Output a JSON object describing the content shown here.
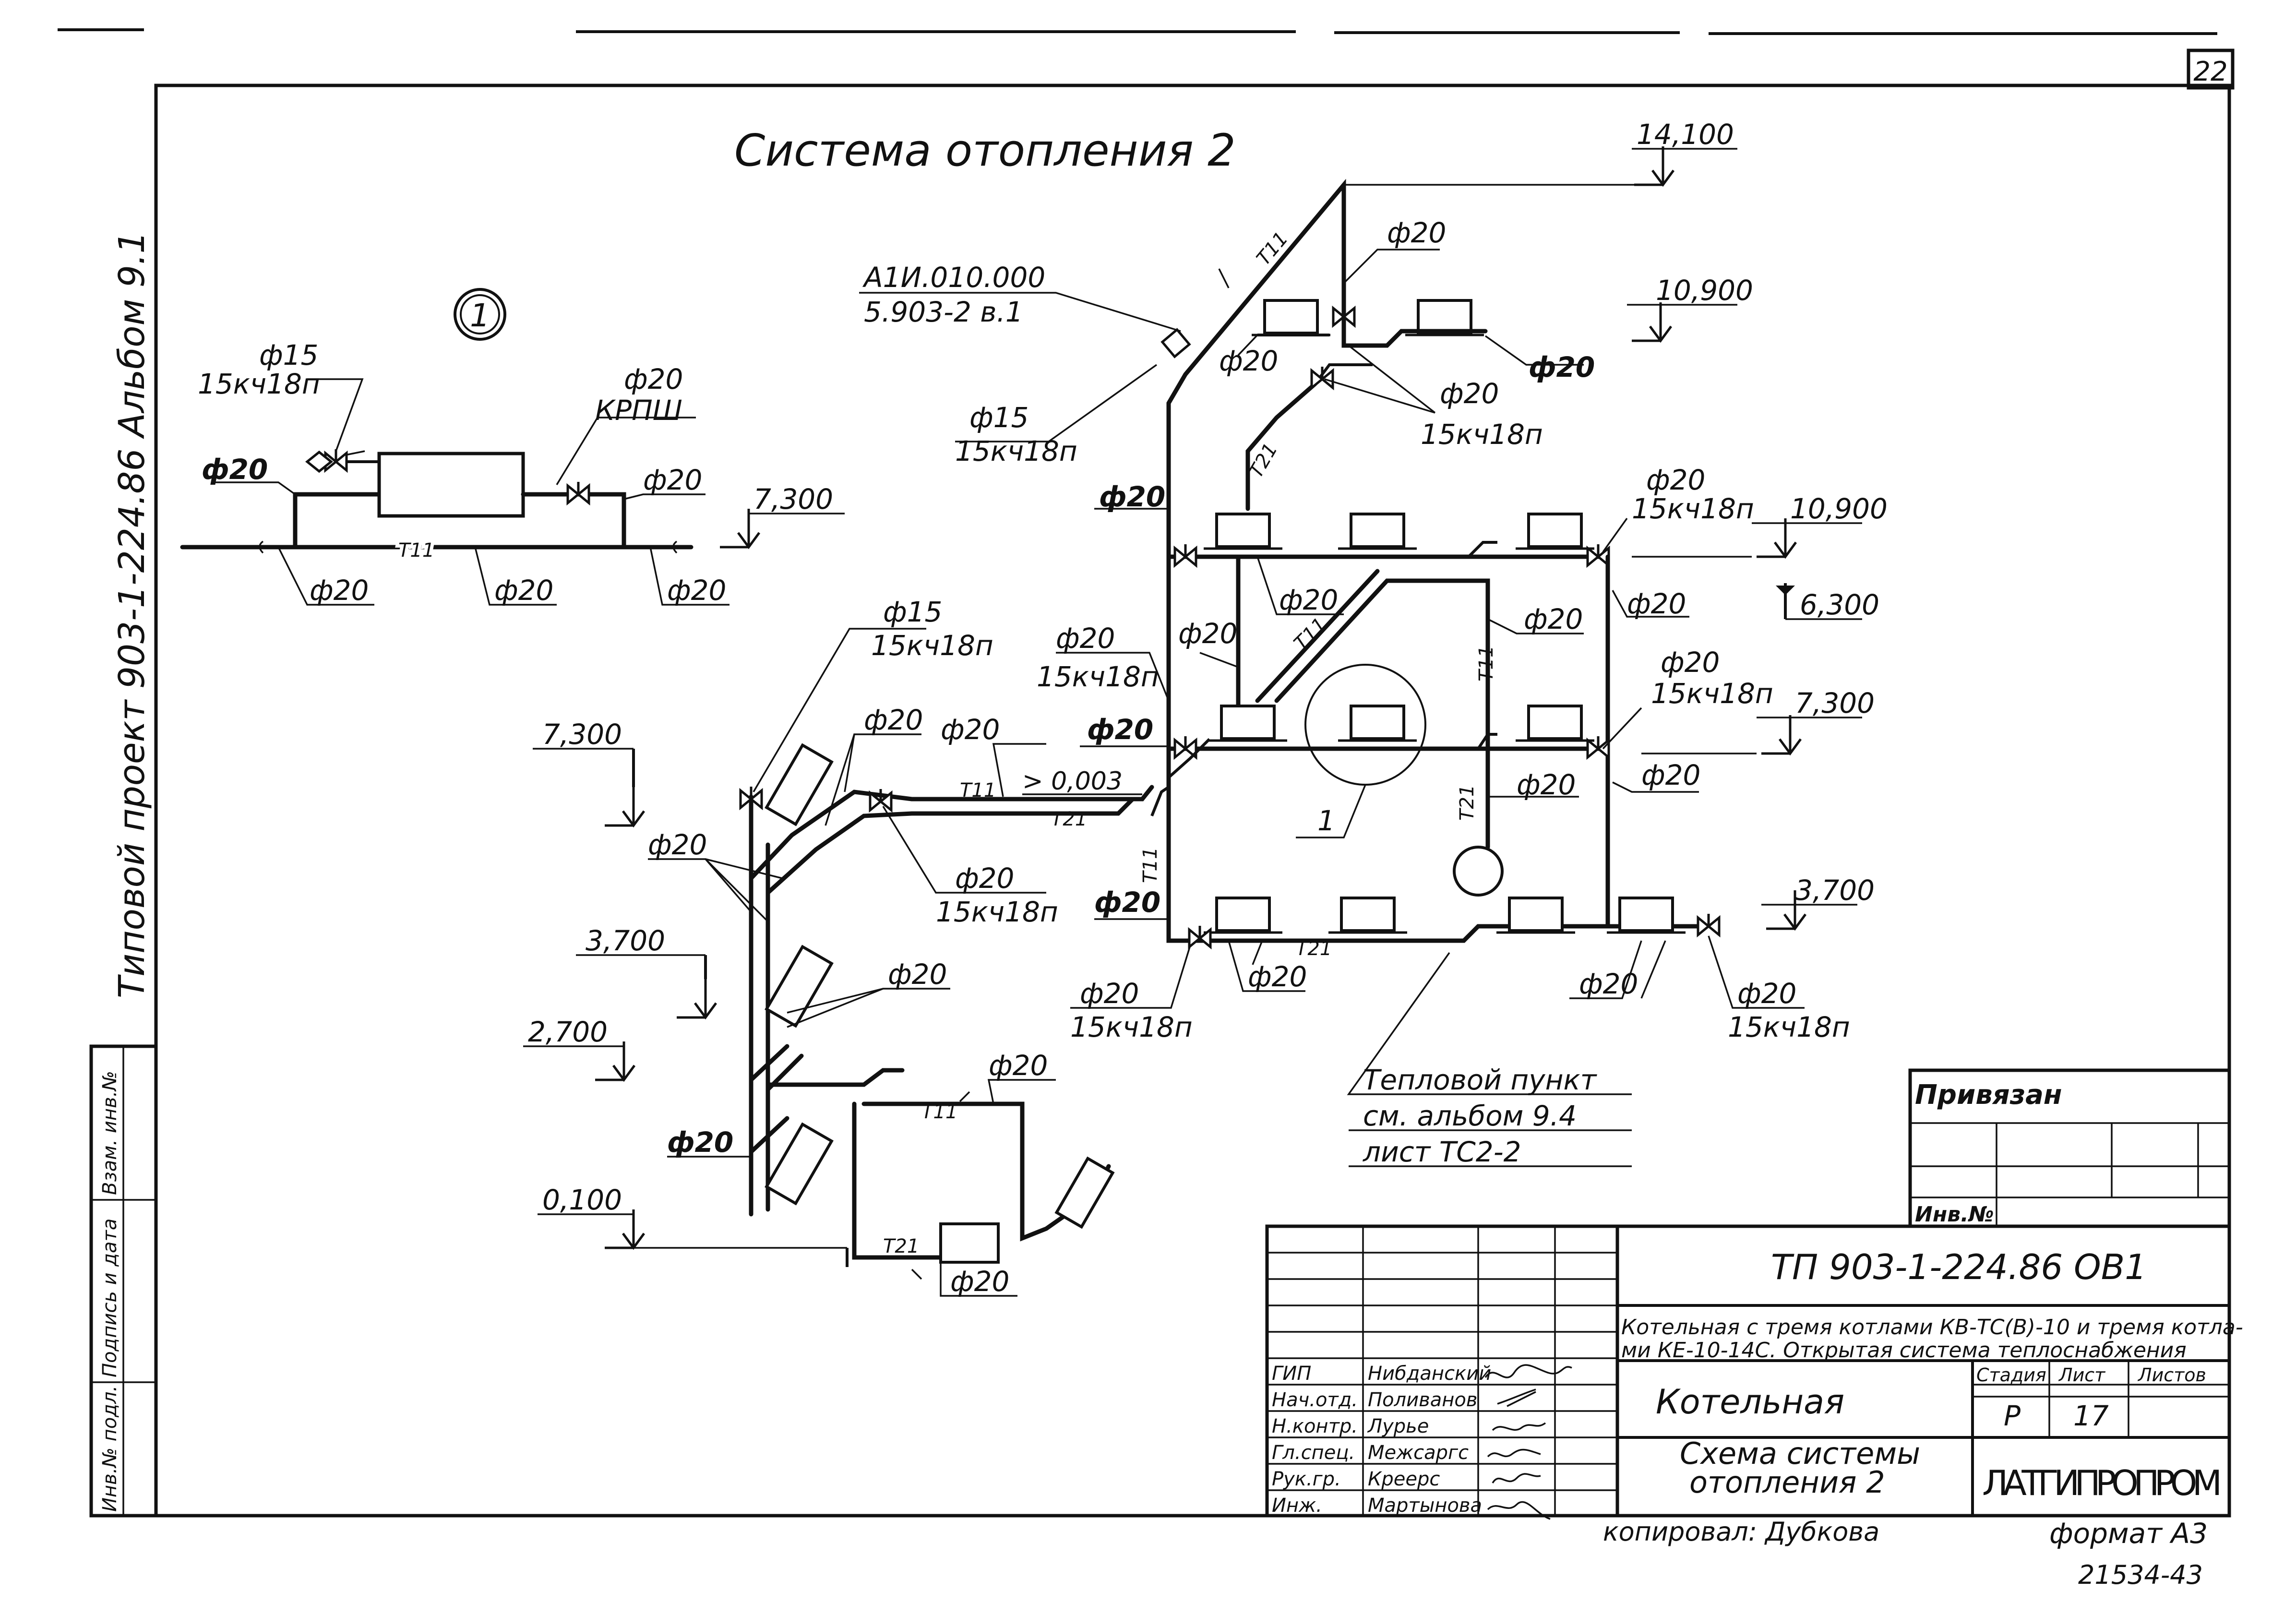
{
  "sheet_number": "22",
  "title": "Система отопления 2",
  "detail_marker": "1",
  "side_text": "Типовой проект 903-1-224.86   Альбом 9.1",
  "side_stamp": [
    "Инв.№ подл.",
    "Подпись и дата",
    "Взам. инв.№"
  ],
  "detail": {
    "valve_left_d": "ф15",
    "valve_left_code": "15кч18п",
    "valve_right_d": "ф20",
    "valve_right_code": "КРПШ",
    "pipe_left_d": "ф20",
    "pipe_right_d": "ф20",
    "pipe_label": "Т11",
    "under_left": "ф20",
    "under_mid": "ф20",
    "under_right": "ф20",
    "level": "7,300"
  },
  "main": {
    "level_top": "14,100",
    "level_10900_a": "10,900",
    "level_10900_b": "10,900",
    "level_6300": "6,300",
    "level_7300": "7,300",
    "level_3700": "3,700",
    "airvent_code": "А1И.010.000",
    "airvent_series": "5.903-2 в.1",
    "top_d20": "ф20",
    "f15": "ф15",
    "f15_code": "15кч18п",
    "f20": "ф20",
    "code": "15кч18п",
    "t11": "Т11",
    "t21": "Т21",
    "zero_level": "> 0,003",
    "circle_ref": "1",
    "heat_point": [
      "Тепловой пункт",
      "см. альбом 9.4",
      "лист ТС2-2"
    ]
  },
  "left_riser": {
    "level_7300": "7,300",
    "level_3700": "3,700",
    "level_2700": "2,700",
    "level_0100": "0,100",
    "f15": "ф15",
    "code": "15кч18п",
    "f20": "ф20",
    "t11": "Т11",
    "t21": "Т21"
  },
  "title_block": {
    "privyazan": "Привязан",
    "inv": "Инв.№",
    "code": "ТП 903-1-224.86   ОВ1",
    "description": [
      "Котельная с тремя котлами КВ-ТС(В)-10 и тремя котла-",
      "ми КЕ-10-14С. Открытая система теплоснабжения"
    ],
    "object": "Котельная",
    "drawing": [
      "Схема системы",
      "отопления 2"
    ],
    "stage_label": "Стадия",
    "sheet_label": "Лист",
    "sheets_label": "Листов",
    "stage": "Р",
    "sheet": "17",
    "org": "ЛАТГИПРОПРОМ",
    "roles": [
      {
        "role": "ГИП",
        "name": "Нибданский"
      },
      {
        "role": "Нач.отд.",
        "name": "Поливанов"
      },
      {
        "role": "Н.контр.",
        "name": "Лурье"
      },
      {
        "role": "Гл.спец.",
        "name": "Межсаргс"
      },
      {
        "role": "Рук.гр.",
        "name": "Крееpс"
      },
      {
        "role": "Инж.",
        "name": "Мартынова"
      }
    ],
    "copied": "копировал: Дубкова",
    "format": "формат А3",
    "number": "21534-43"
  }
}
